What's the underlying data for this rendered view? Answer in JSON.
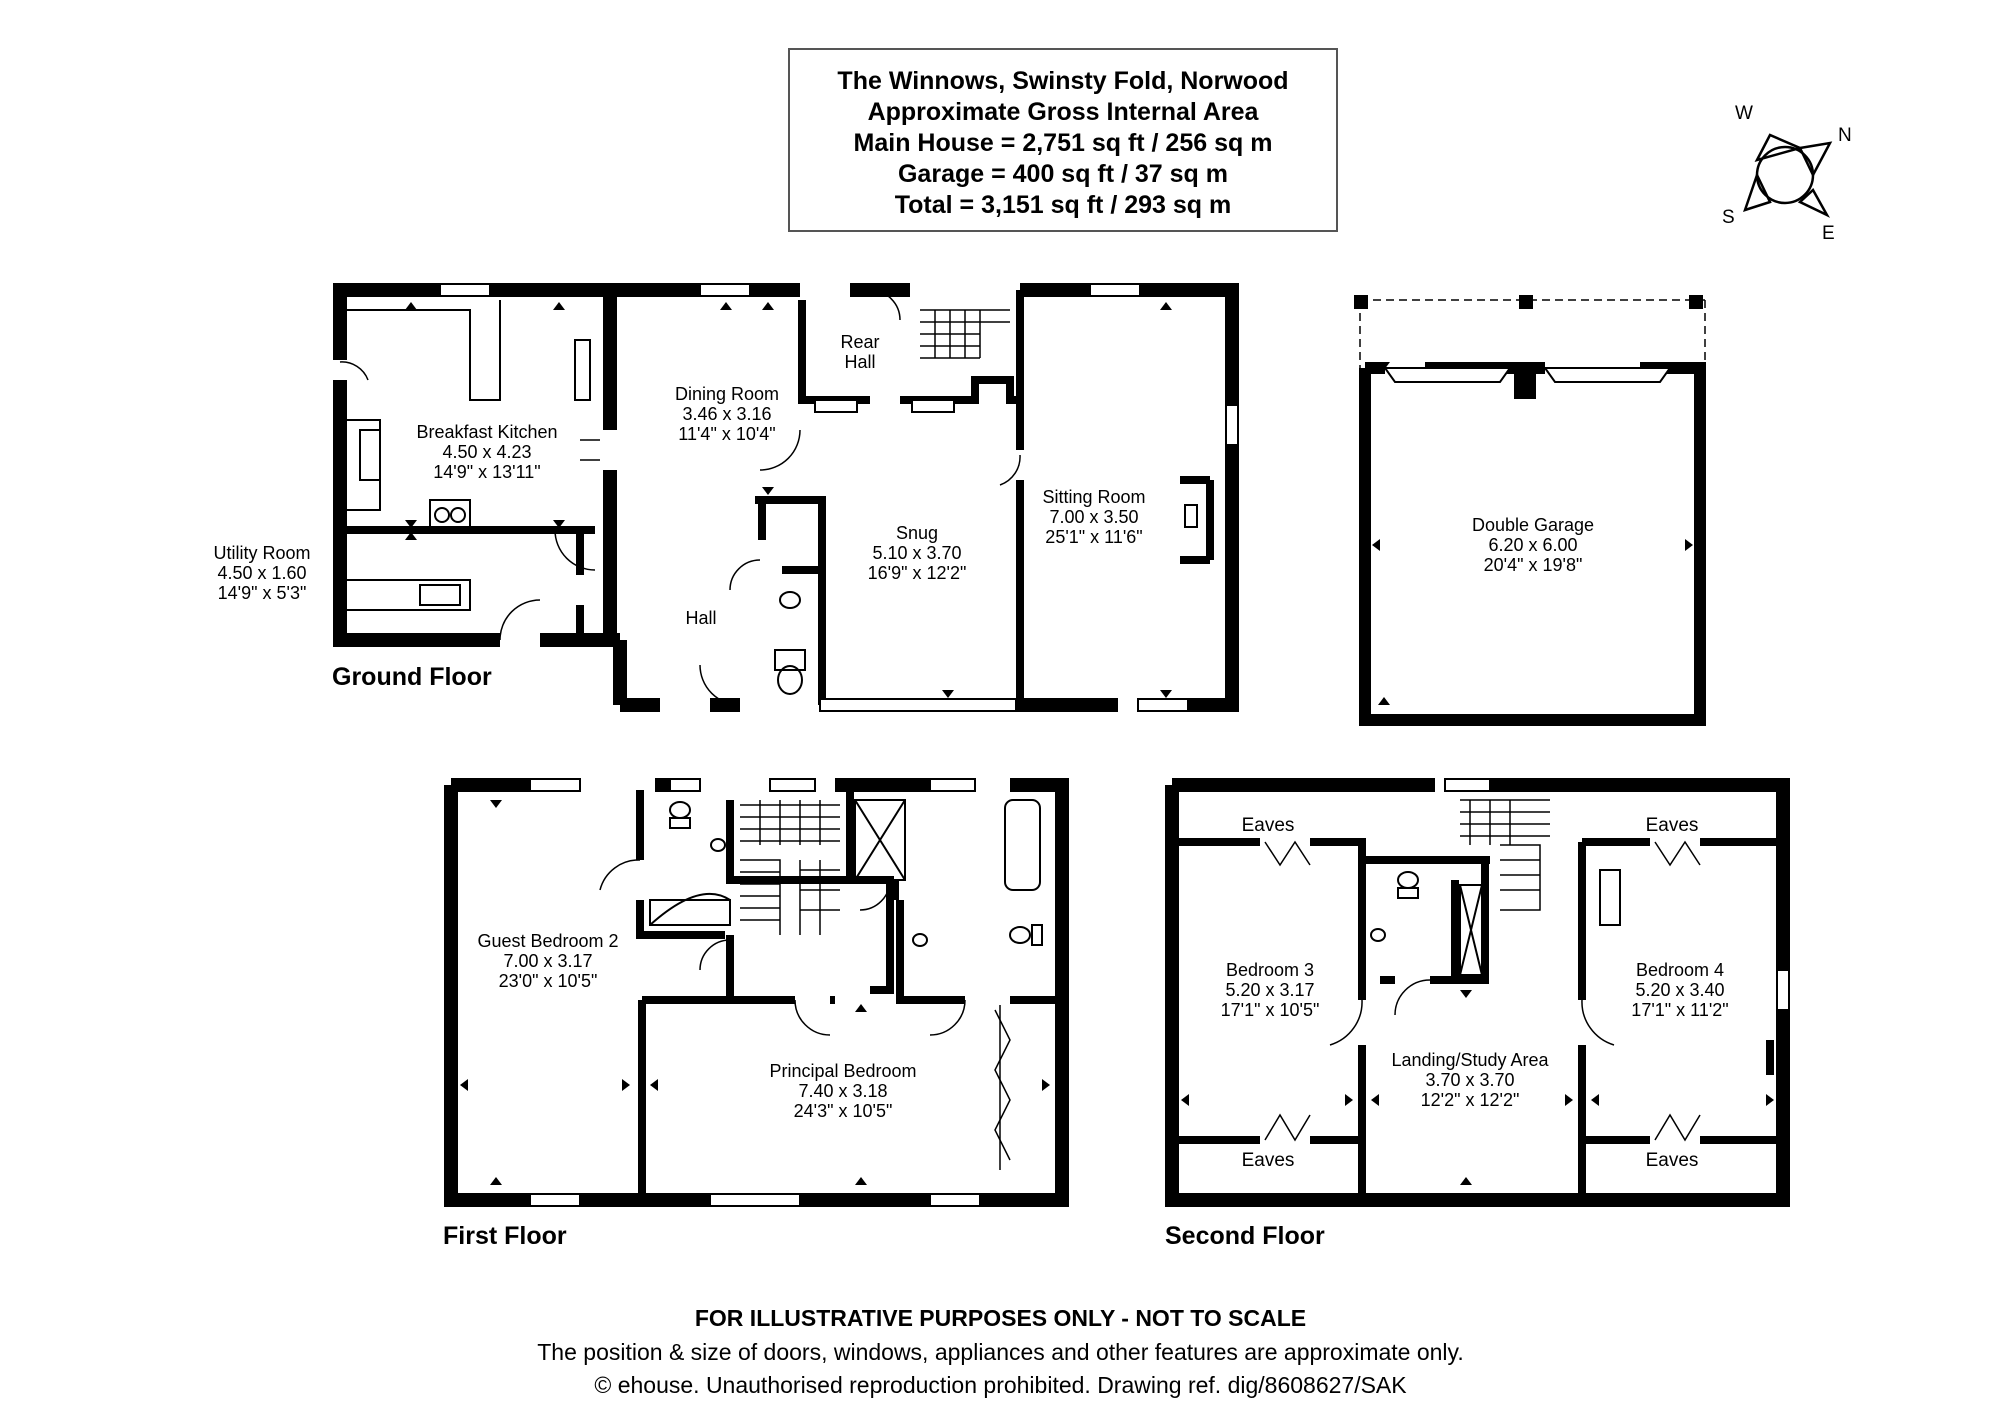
{
  "title": {
    "line1": "The Winnows, Swinsty Fold, Norwood",
    "line2": "Approximate Gross Internal Area",
    "line3": "Main House = 2,751 sq ft / 256 sq m",
    "line4": "Garage = 400 sq ft / 37 sq m",
    "line5": "Total = 3,151 sq ft / 293 sq m"
  },
  "compass": {
    "n": "N",
    "e": "E",
    "s": "S",
    "w": "W"
  },
  "floors": {
    "ground": "Ground Floor",
    "first": "First Floor",
    "second": "Second Floor"
  },
  "rooms": {
    "breakfast_kitchen": {
      "name": "Breakfast Kitchen",
      "metric": "4.50 x 4.23",
      "imperial": "14'9\" x 13'11\""
    },
    "utility_room": {
      "name": "Utility Room",
      "metric": "4.50 x 1.60",
      "imperial": "14'9\" x 5'3\""
    },
    "dining_room": {
      "name": "Dining Room",
      "metric": "3.46 x 3.16",
      "imperial": "11'4\" x 10'4\""
    },
    "rear_hall": {
      "name1": "Rear",
      "name2": "Hall"
    },
    "snug": {
      "name": "Snug",
      "metric": "5.10 x 3.70",
      "imperial": "16'9\" x 12'2\""
    },
    "hall": {
      "name": "Hall"
    },
    "sitting_room": {
      "name": "Sitting Room",
      "metric": "7.00 x 3.50",
      "imperial": "25'1\" x 11'6\""
    },
    "double_garage": {
      "name": "Double Garage",
      "metric": "6.20 x 6.00",
      "imperial": "20'4\" x 19'8\""
    },
    "guest_bedroom_2": {
      "name": "Guest Bedroom 2",
      "metric": "7.00 x 3.17",
      "imperial": "23'0\" x 10'5\""
    },
    "principal_bedroom": {
      "name": "Principal Bedroom",
      "metric": "7.40 x 3.18",
      "imperial": "24'3\" x 10'5\""
    },
    "bedroom_3": {
      "name": "Bedroom 3",
      "metric": "5.20 x 3.17",
      "imperial": "17'1\" x 10'5\""
    },
    "landing_study": {
      "name": "Landing/Study Area",
      "metric": "3.70 x 3.70",
      "imperial": "12'2\" x 12'2\""
    },
    "bedroom_4": {
      "name": "Bedroom 4",
      "metric": "5.20 x 3.40",
      "imperial": "17'1\" x 11'2\""
    },
    "eaves": "Eaves"
  },
  "footer": {
    "line1": "FOR ILLUSTRATIVE PURPOSES ONLY - NOT TO SCALE",
    "line2": "The position & size of doors, windows, appliances and other features are approximate only.",
    "line3": "© ehouse. Unauthorised reproduction prohibited. Drawing ref. dig/8608627/SAK"
  }
}
